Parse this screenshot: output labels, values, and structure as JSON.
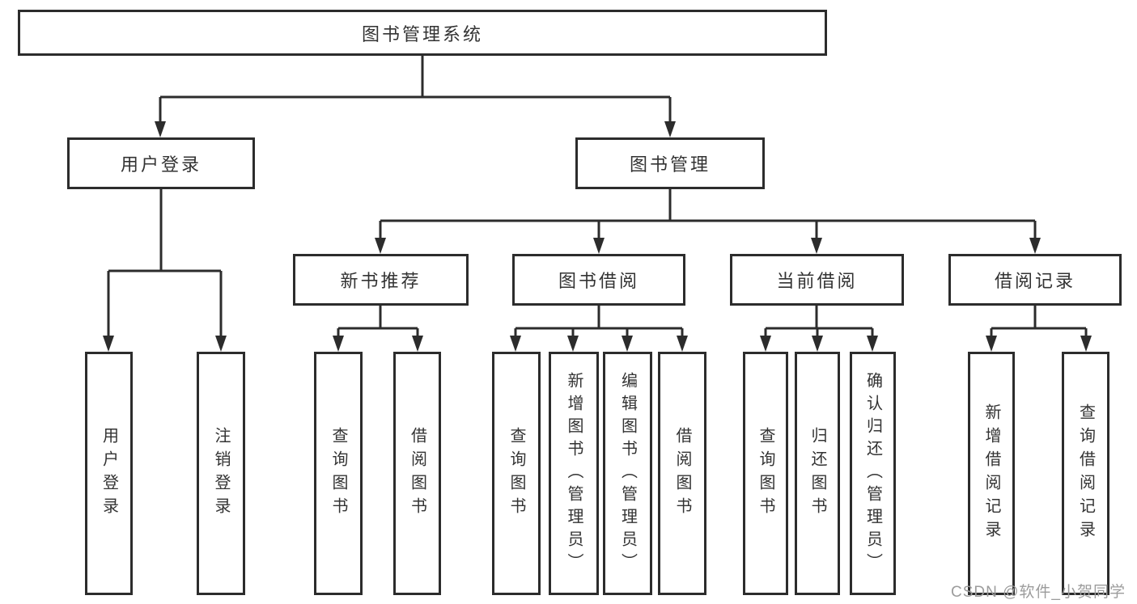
{
  "diagram": {
    "watermark": "CSDN @软件_小贺同学",
    "colors": {
      "line": "#2c2c2c",
      "box_border": "#2c2c2c",
      "text": "#333333",
      "background": "#ffffff",
      "watermark_text": "#9c9c9c"
    },
    "nodes": {
      "root": {
        "label": "图书管理系统"
      },
      "user_login": {
        "label": "用户登录"
      },
      "book_mgmt": {
        "label": "图书管理"
      },
      "new_book_rec": {
        "label": "新书推荐"
      },
      "book_borrow": {
        "label": "图书借阅"
      },
      "current_borrow": {
        "label": "当前借阅"
      },
      "borrow_record": {
        "label": "借阅记录"
      },
      "login_action": {
        "label": "用户登录"
      },
      "logout_action": {
        "label": "注销登录"
      },
      "rec_query_book": {
        "label": "查询图书"
      },
      "rec_borrow_book": {
        "label": "借阅图书"
      },
      "bb_query_book": {
        "label": "查询图书"
      },
      "bb_add_book": {
        "label": "新增图书（管理员）"
      },
      "bb_edit_book": {
        "label": "编辑图书（管理员）"
      },
      "bb_borrow_book": {
        "label": "借阅图书"
      },
      "cb_query_book": {
        "label": "查询图书"
      },
      "cb_return_book": {
        "label": "归还图书"
      },
      "cb_confirm_return": {
        "label": "确认归还（管理员）"
      },
      "br_add_record": {
        "label": "新增借阅记录"
      },
      "br_query_record": {
        "label": "查询借阅记录"
      }
    }
  }
}
